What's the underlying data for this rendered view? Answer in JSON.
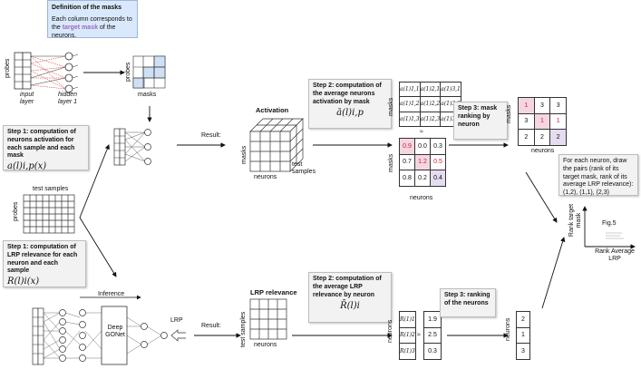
{
  "definition": {
    "title": "Definition of the masks",
    "text_before": "Each column corresponds to the",
    "highlight": "target mask",
    "text_after": "of the neurons."
  },
  "left": {
    "probes": "probes",
    "input_layer": "input layer",
    "hidden_layer": "hidden layer 1",
    "masks": "masks",
    "probes2": "probes",
    "step1a": "Step 1: computation of neurons activation for each sample and each mask",
    "step1a_formula": "a(l)i,p(x)",
    "test_samples": "test samples",
    "probes3": "probes",
    "step1b": "Step 1: computation of LRP relevance for each neuron and each sample",
    "step1b_formula": "R(l)i(x)",
    "inference": "Inference",
    "deep_gonet": "Deep GONet",
    "lrp": "LRP"
  },
  "activation": {
    "result": "Result:",
    "title": "Activation",
    "masks": "masks",
    "neurons": "neurons",
    "test_samples": "test samples",
    "step2": "Step 2: computation of the average neurons activation by mask",
    "step2_formula": "ā(l)i,p",
    "matrix_masks": "masks",
    "matrix_cells": [
      "a(1)1,1",
      "a(1)2,1",
      "a(1)3,1",
      "a(1)1,2",
      "a(1)2,2",
      "a(1)3,2",
      "a(1)1,3",
      "a(1)2,3",
      "a(1)3,3"
    ],
    "approx": "≈",
    "num_masks": "masks",
    "num_cells": [
      "0.9",
      "0.0",
      "0.3",
      "0.7",
      "1.2",
      "0.5",
      "0.8",
      "0.2",
      "0.4"
    ],
    "step3": "Step 3: mask ranking by neuron",
    "rank_masks": "masks",
    "rank_cells": [
      "1",
      "3",
      "3",
      "3",
      "1",
      "1",
      "2",
      "2",
      "2"
    ],
    "rank_neurons": "neurons"
  },
  "lrp": {
    "result": "Result:",
    "title": "LRP relevance",
    "test_samples": "test samples",
    "neurons": "neurons",
    "step2": "Step 2: computation of the average LRP relevance by neuron",
    "step2_formula": "R̄(l)i",
    "neurons_label": "neurons",
    "r_cells": [
      "R(1)1",
      "R(1)2",
      "R(1)3"
    ],
    "approx": "≈",
    "r_values": [
      "1.9",
      "2.5",
      "0.3"
    ],
    "step3": "Step 3: ranking of the neurons",
    "rank_label": "neurons",
    "rank_values": [
      "2",
      "1",
      "3"
    ]
  },
  "final": {
    "text": "For each neuron, draw the pairs (rank of its target mask, rank of its average LRP relevance): (1,2), (1,1), (2,3)",
    "y_axis": "Rank target mask",
    "x_axis": "Rank Average LRP",
    "fig": "Fig.5"
  }
}
